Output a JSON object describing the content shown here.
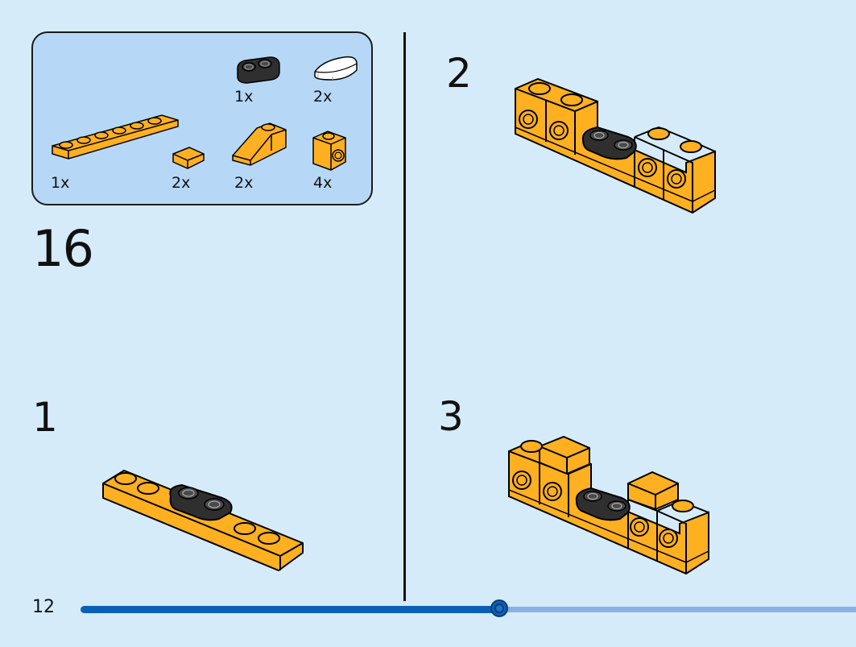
{
  "page": {
    "number": "12",
    "progress_fraction": 0.54
  },
  "parts_box": {
    "parts": [
      {
        "qty": "1x",
        "name": "black-jumper-plate-icon"
      },
      {
        "qty": "2x",
        "name": "white-round-tile-icon"
      },
      {
        "qty": "1x",
        "name": "orange-plate-1x6-icon"
      },
      {
        "qty": "2x",
        "name": "orange-tile-1x1-icon"
      },
      {
        "qty": "2x",
        "name": "orange-slope-icon"
      },
      {
        "qty": "4x",
        "name": "orange-brick-side-stud-icon"
      }
    ]
  },
  "set_step": "16",
  "steps": [
    {
      "number": "1"
    },
    {
      "number": "2"
    },
    {
      "number": "3"
    }
  ],
  "colors": {
    "background": "#d6ebfa",
    "parts_box_fill": "#b6d8f6",
    "brick_orange": "#ffb020",
    "brick_dark": "#2f2f2f",
    "progress_done": "#0a60b5",
    "progress_rest": "#8bb1e2"
  }
}
